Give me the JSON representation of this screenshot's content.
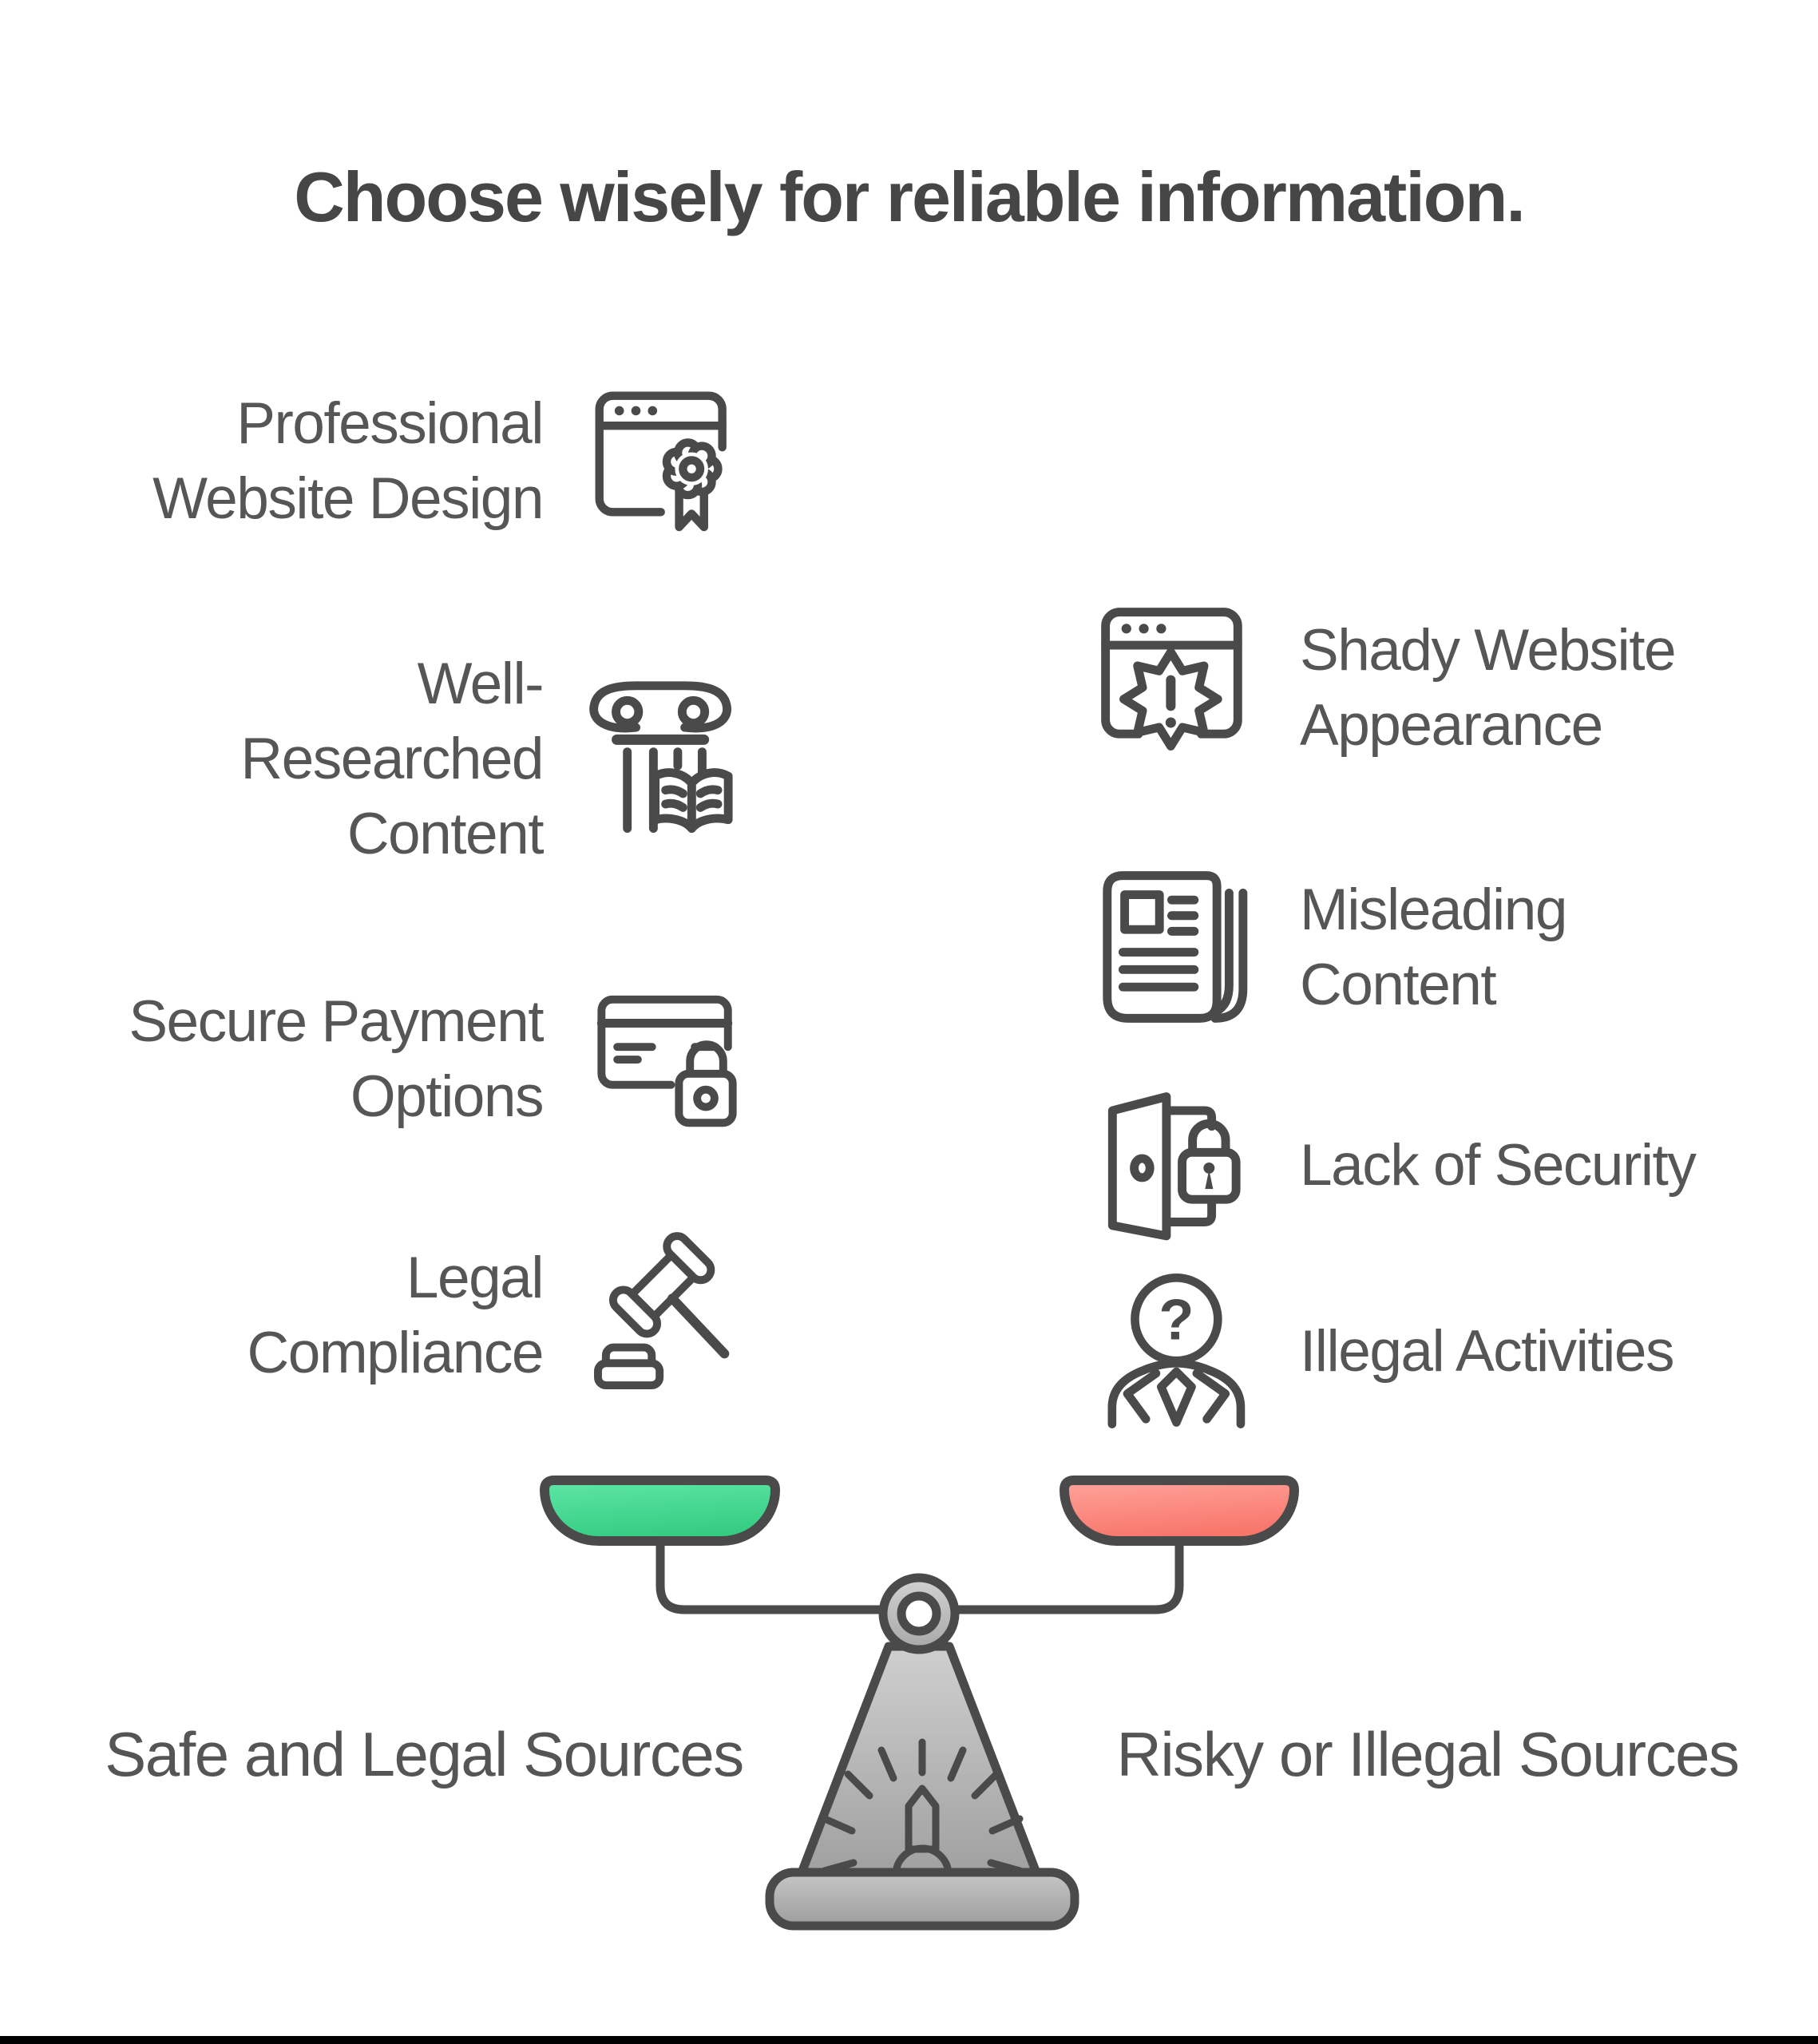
{
  "title": "Choose wisely for reliable information.",
  "left_column": {
    "items": [
      {
        "label": "Professional Website Design",
        "lines": [
          "Professional",
          "Website Design"
        ],
        "icon": "browser-award-icon"
      },
      {
        "label": "Well-Researched Content",
        "lines": [
          "Well-",
          "Researched",
          "Content"
        ],
        "icon": "column-book-icon"
      },
      {
        "label": "Secure Payment Options",
        "lines": [
          "Secure Payment",
          "Options"
        ],
        "icon": "credit-card-lock-icon"
      },
      {
        "label": "Legal Compliance",
        "lines": [
          "Legal",
          "Compliance"
        ],
        "icon": "gavel-icon"
      }
    ]
  },
  "right_column": {
    "items": [
      {
        "label": "Shady Website Appearance",
        "lines": [
          "Shady Website",
          "Appearance"
        ],
        "icon": "browser-warning-icon"
      },
      {
        "label": "Misleading Content",
        "lines": [
          "Misleading",
          "Content"
        ],
        "icon": "newspaper-icon"
      },
      {
        "label": "Lack of Security",
        "lines": [
          "Lack of Security"
        ],
        "icon": "open-door-lock-icon"
      },
      {
        "label": "Illegal Activities",
        "lines": [
          "Illegal Activities"
        ],
        "icon": "anonymous-person-icon"
      }
    ]
  },
  "scale": {
    "left_label": "Safe and Legal Sources",
    "right_label": "Risky or Illegal Sources",
    "left_pan_color": "#3ed389",
    "right_pan_color": "#f8756a",
    "outline_color": "#4a4a4a"
  },
  "colors": {
    "title_text": "#464646",
    "item_text": "#565656",
    "icon_stroke": "#4a4a4a",
    "green_accent": "#3ed389",
    "red_accent": "#f8756a",
    "metal_gray": "#b5b5b5"
  }
}
